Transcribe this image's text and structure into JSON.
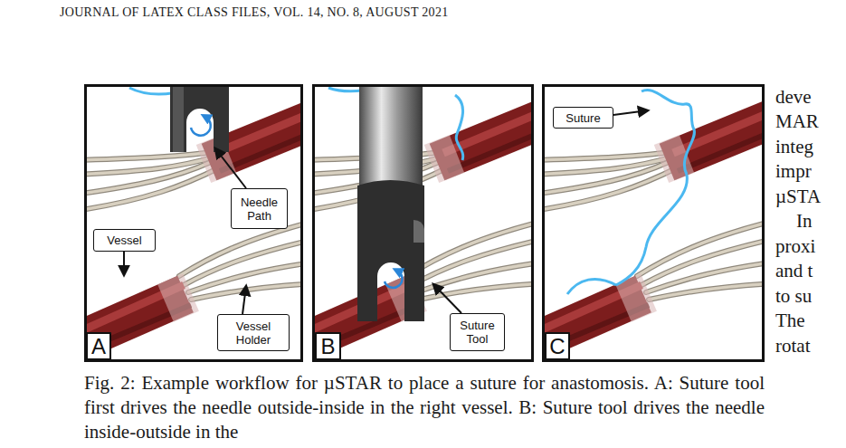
{
  "diagram": {
    "caption": "Fig. 2: Example workflow for µSTAR to place a suture for anastomosis. A: Suture tool first drives the needle outside-inside in the right vessel. B: Suture tool drives the needle inside-outside in the",
    "nodes": [
      {
        "text": [
          "Needle Path"
        ]
      },
      {
        "text": [
          "Vessel"
        ]
      },
      {
        "text": [
          "A"
        ]
      },
      {
        "text": [
          "Vessel Holder"
        ]
      },
      {
        "text": [
          "Suture Tool"
        ]
      },
      {
        "text": [
          "B"
        ]
      },
      {
        "text": [
          "Suture"
        ]
      },
      {
        "text": [
          "C"
        ]
      }
    ],
    "labels": [
      "JOURNAL OF LATEX CLASS FILES, VOL. 14, NO. 8, AUGUST 2021",
      "deve",
      "MAR",
      "integ",
      "impr",
      "µSTA",
      "In",
      "proxi",
      "and t",
      "to su",
      "The",
      "rotat"
    ]
  }
}
